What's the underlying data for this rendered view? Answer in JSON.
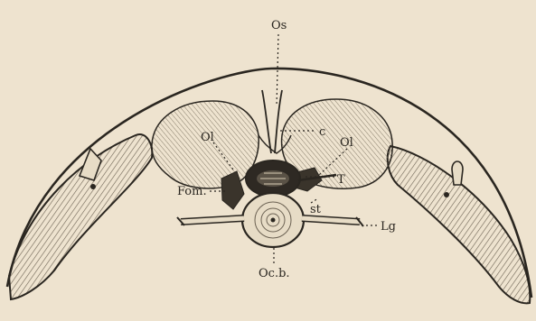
{
  "figure": {
    "labels": {
      "os": "Os",
      "c": "c",
      "ol_left": "Ol",
      "ol_right": "Ol",
      "t": "T",
      "fom": "Fom.",
      "st": "st",
      "lg": "Lg",
      "ocb": "Oc.b."
    },
    "colors": {
      "paper": "#eee3cf",
      "ink": "#2a2620",
      "hatch": "#6b6152",
      "bone_fill": "#e7dcc6"
    }
  }
}
